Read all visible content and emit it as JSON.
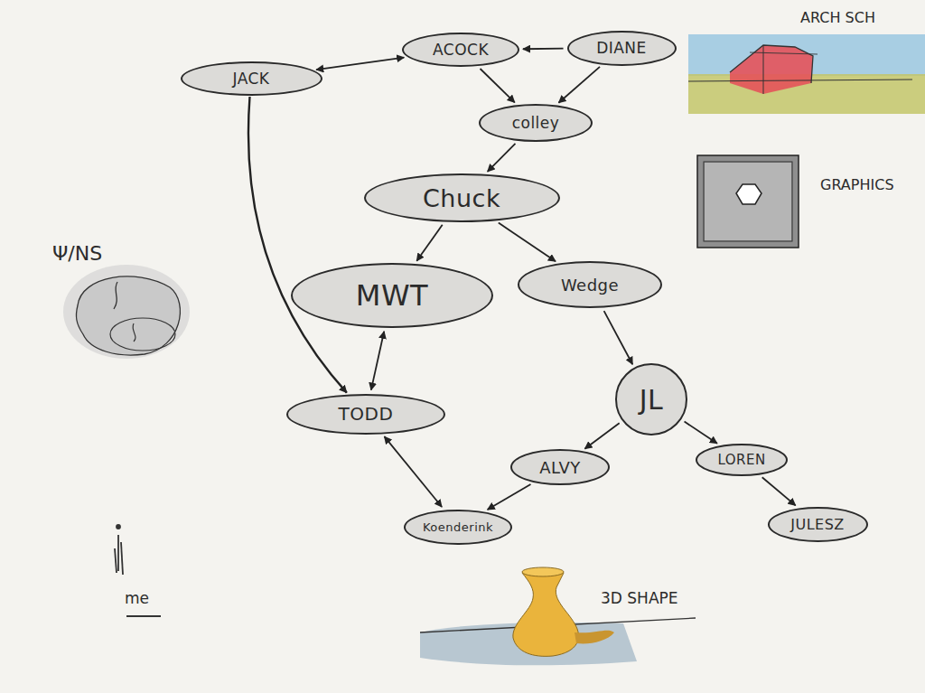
{
  "diagram": {
    "nodes": [
      {
        "text": [
          "JACK"
        ]
      },
      {
        "text": [
          "ACOCK"
        ]
      },
      {
        "text": [
          "DIANE"
        ]
      },
      {
        "text": [
          "colley"
        ]
      },
      {
        "text": [
          "Chuck"
        ]
      },
      {
        "text": [
          "MWT"
        ]
      },
      {
        "text": [
          "Wedge"
        ]
      },
      {
        "text": [
          "JL"
        ]
      },
      {
        "text": [
          "TODD"
        ]
      },
      {
        "text": [
          "ALVY"
        ]
      },
      {
        "text": [
          "LOREN"
        ]
      },
      {
        "text": [
          "Koenderink"
        ]
      },
      {
        "text": [
          "JULESZ"
        ]
      }
    ],
    "edges": [
      {
        "from": 0,
        "to": 1,
        "arrow": "both"
      },
      {
        "from": 2,
        "to": 1,
        "arrow": "to"
      },
      {
        "from": 1,
        "to": 3,
        "arrow": "to"
      },
      {
        "from": 2,
        "to": 3,
        "arrow": "to"
      },
      {
        "from": 3,
        "to": 4,
        "arrow": "to"
      },
      {
        "from": 4,
        "to": 5,
        "arrow": "to"
      },
      {
        "from": 4,
        "to": 6,
        "arrow": "to"
      },
      {
        "from": 0,
        "to": 8,
        "arrow": "to"
      },
      {
        "from": 5,
        "to": 8,
        "arrow": "both"
      },
      {
        "from": 6,
        "to": 7,
        "arrow": "to"
      },
      {
        "from": 7,
        "to": 9,
        "arrow": "to"
      },
      {
        "from": 7,
        "to": 10,
        "arrow": "to"
      },
      {
        "from": 9,
        "to": 11,
        "arrow": "to"
      },
      {
        "from": 8,
        "to": 11,
        "arrow": "both"
      },
      {
        "from": 10,
        "to": 12,
        "arrow": "to"
      }
    ],
    "labels": [
      "ARCH SCH",
      "GRAPHICS",
      "Ψ/NS",
      "3D SHAPE",
      "me"
    ]
  }
}
